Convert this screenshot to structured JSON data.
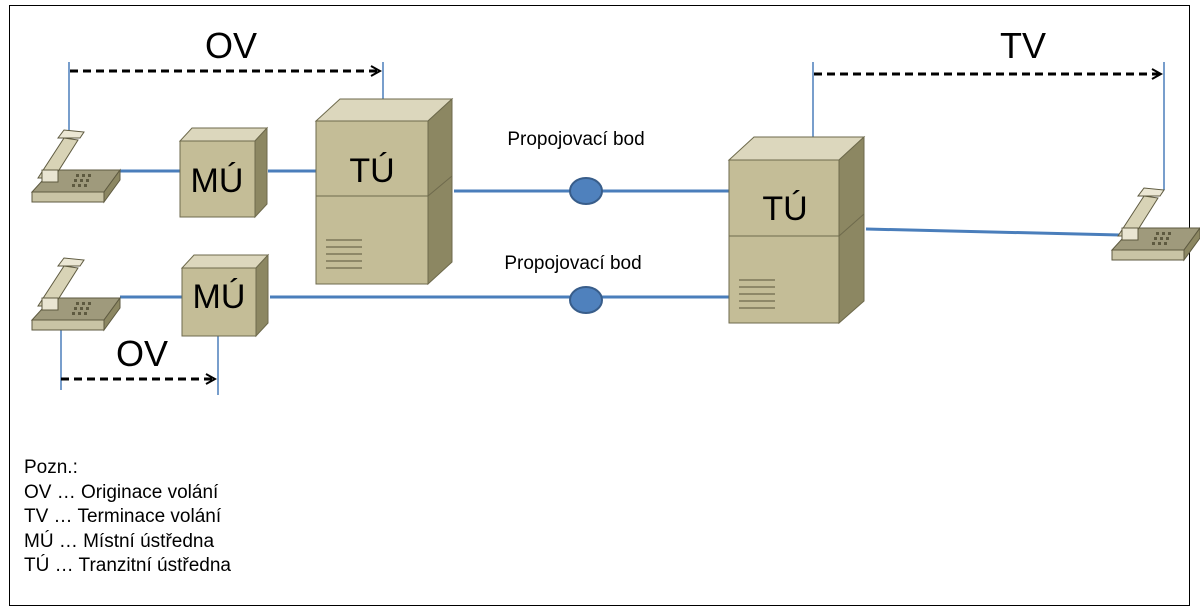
{
  "diagram": {
    "labels": {
      "ov_top": "OV",
      "ov_bottom": "OV",
      "tv": "TV",
      "mu_top": "MÚ",
      "mu_bottom": "MÚ",
      "tu_left": "TÚ",
      "tu_right": "TÚ",
      "point_top": "Propojovací bod",
      "point_bottom": "Propojovací bod"
    },
    "colors": {
      "link": "#4a7ebb",
      "point_fill": "#4f81bd",
      "point_stroke": "#385d8a",
      "box_front": "#c4bd97",
      "box_top": "#dcd7bd",
      "box_side": "#8c8762",
      "phone_body": "#c9c4a5"
    }
  },
  "notes": {
    "heading": "Pozn.:",
    "items": [
      "OV … Originace volání",
      "TV … Terminace volání",
      "MÚ … Místní ústředna",
      "TÚ … Tranzitní ústředna"
    ]
  }
}
